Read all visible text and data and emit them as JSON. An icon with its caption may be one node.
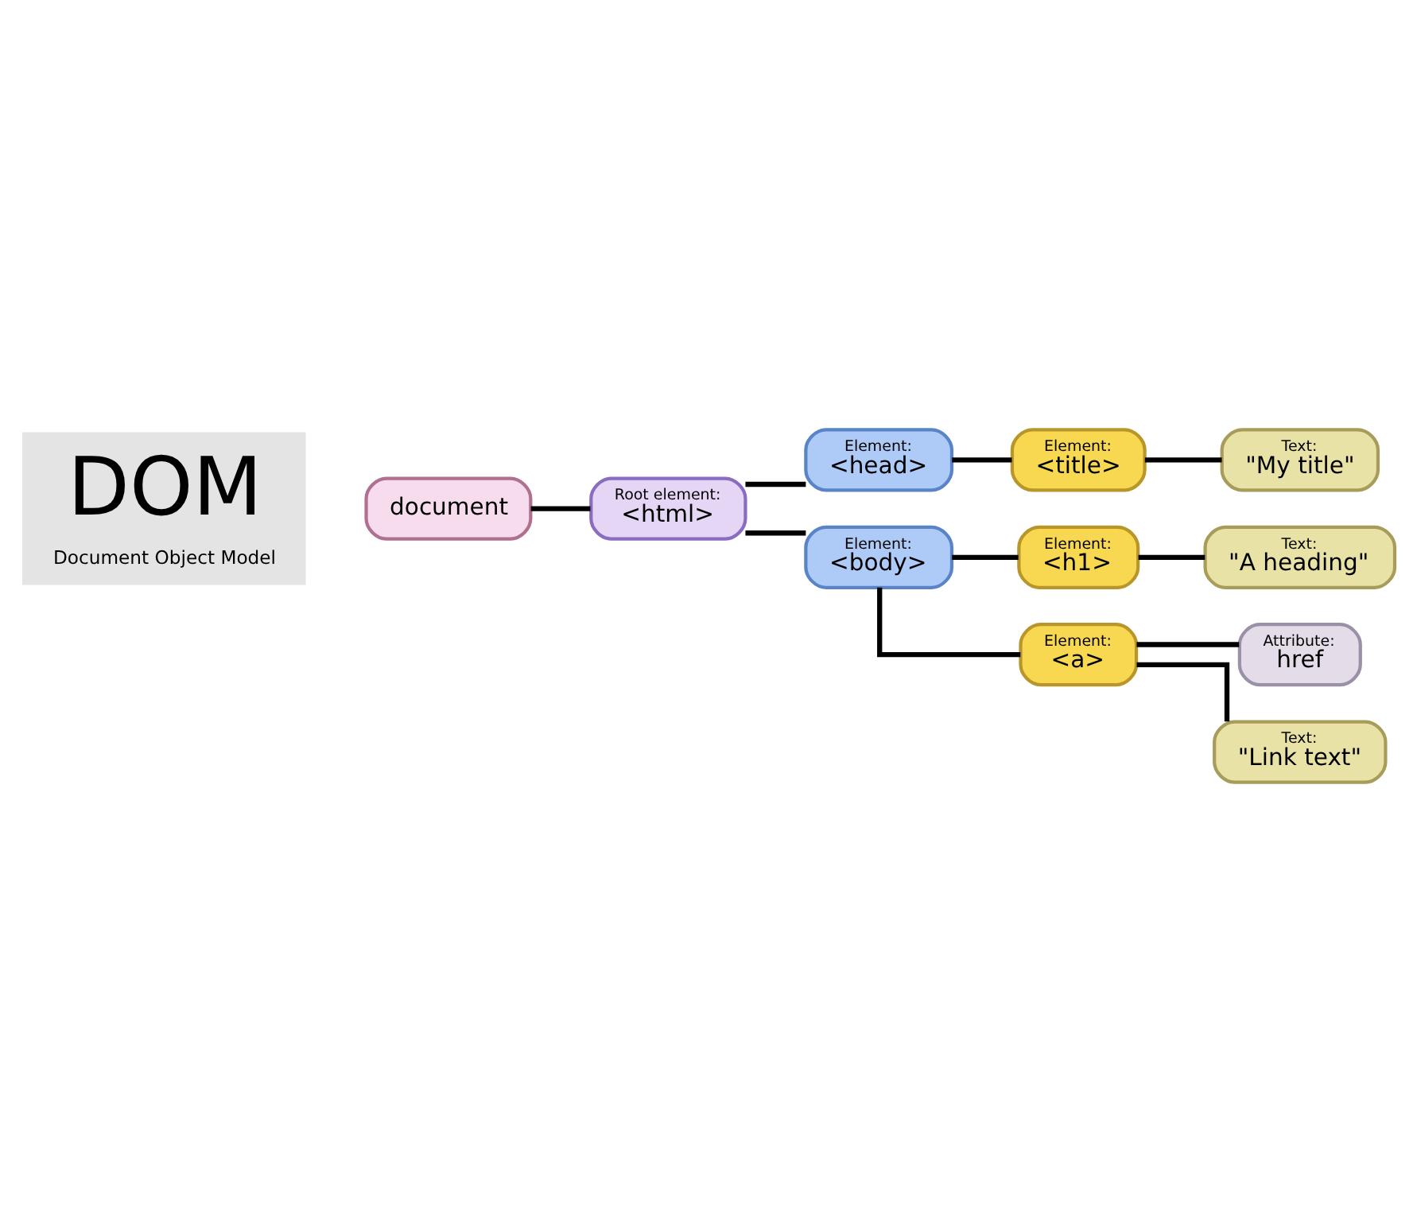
{
  "diagram": {
    "nodes": [
      {
        "text": [
          "document"
        ]
      },
      {
        "text": [
          "Root element:",
          "<html>"
        ]
      },
      {
        "text": [
          "Element:",
          "<head>"
        ]
      },
      {
        "text": [
          "Element:",
          "<title>"
        ]
      },
      {
        "text": [
          "Text:",
          "\"My title\""
        ]
      },
      {
        "text": [
          "Element:",
          "<body>"
        ]
      },
      {
        "text": [
          "Element:",
          "<h1>"
        ]
      },
      {
        "text": [
          "Text:",
          "\"A heading\""
        ]
      },
      {
        "text": [
          "Element:",
          "<a>"
        ]
      },
      {
        "text": [
          "Attribute:",
          "href"
        ]
      },
      {
        "text": [
          "Text:",
          "\"Link text\""
        ]
      }
    ],
    "edges": [
      {
        "from": 0,
        "to": 1,
        "arrow": "none"
      },
      {
        "from": 1,
        "to": 2,
        "arrow": "none"
      },
      {
        "from": 1,
        "to": 5,
        "arrow": "none"
      },
      {
        "from": 2,
        "to": 3,
        "arrow": "none"
      },
      {
        "from": 3,
        "to": 4,
        "arrow": "none"
      },
      {
        "from": 5,
        "to": 6,
        "arrow": "none"
      },
      {
        "from": 6,
        "to": 7,
        "arrow": "none"
      },
      {
        "from": 5,
        "to": 8,
        "arrow": "none"
      },
      {
        "from": 8,
        "to": 9,
        "arrow": "none"
      },
      {
        "from": 8,
        "to": 10,
        "arrow": "none"
      }
    ],
    "labels": [
      "DOM",
      "Document Object Model"
    ]
  }
}
